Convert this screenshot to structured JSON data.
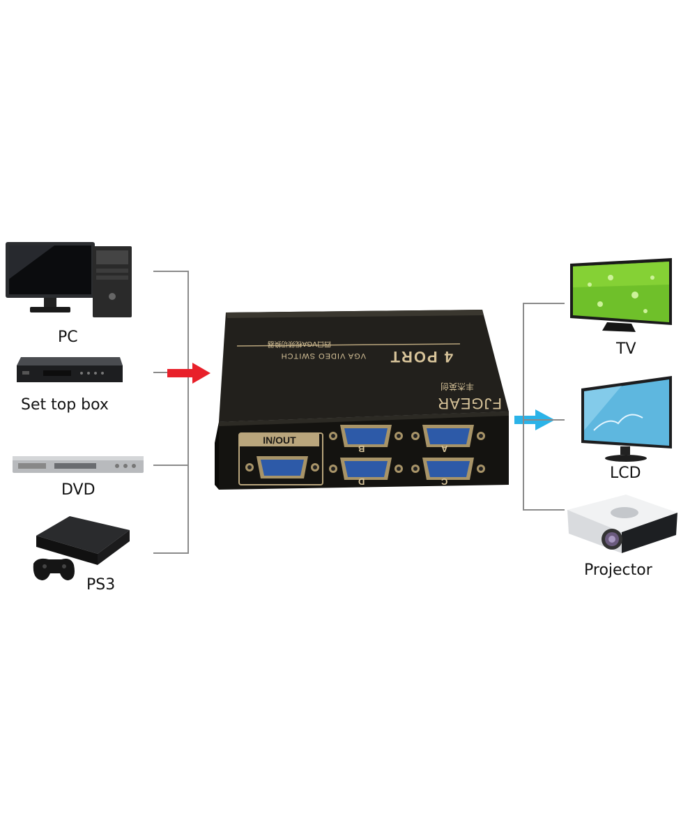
{
  "inputs": [
    {
      "label": "PC",
      "icon": "pc-icon"
    },
    {
      "label": "Set top box",
      "icon": "set-top-box-icon"
    },
    {
      "label": "DVD",
      "icon": "dvd-player-icon"
    },
    {
      "label": "PS3",
      "icon": "ps3-console-icon"
    }
  ],
  "outputs": [
    {
      "label": "TV",
      "icon": "tv-icon"
    },
    {
      "label": "LCD",
      "icon": "lcd-monitor-icon"
    },
    {
      "label": "Projector",
      "icon": "projector-icon"
    }
  ],
  "device": {
    "brand": "FJGEAR",
    "brand_cn": "丰杰英创",
    "model": "4 PORT",
    "subtitle": "VGA VIDEO SWITCH",
    "subtitle_cn": "四口VGA视频切换器",
    "port_main": "IN/OUT",
    "ports": [
      "A",
      "B",
      "C",
      "D"
    ]
  },
  "colors": {
    "input_arrow": "#e8202a",
    "output_arrow": "#2bb3e8",
    "box": "#1c1a17",
    "box_text": "#d8c49a"
  }
}
